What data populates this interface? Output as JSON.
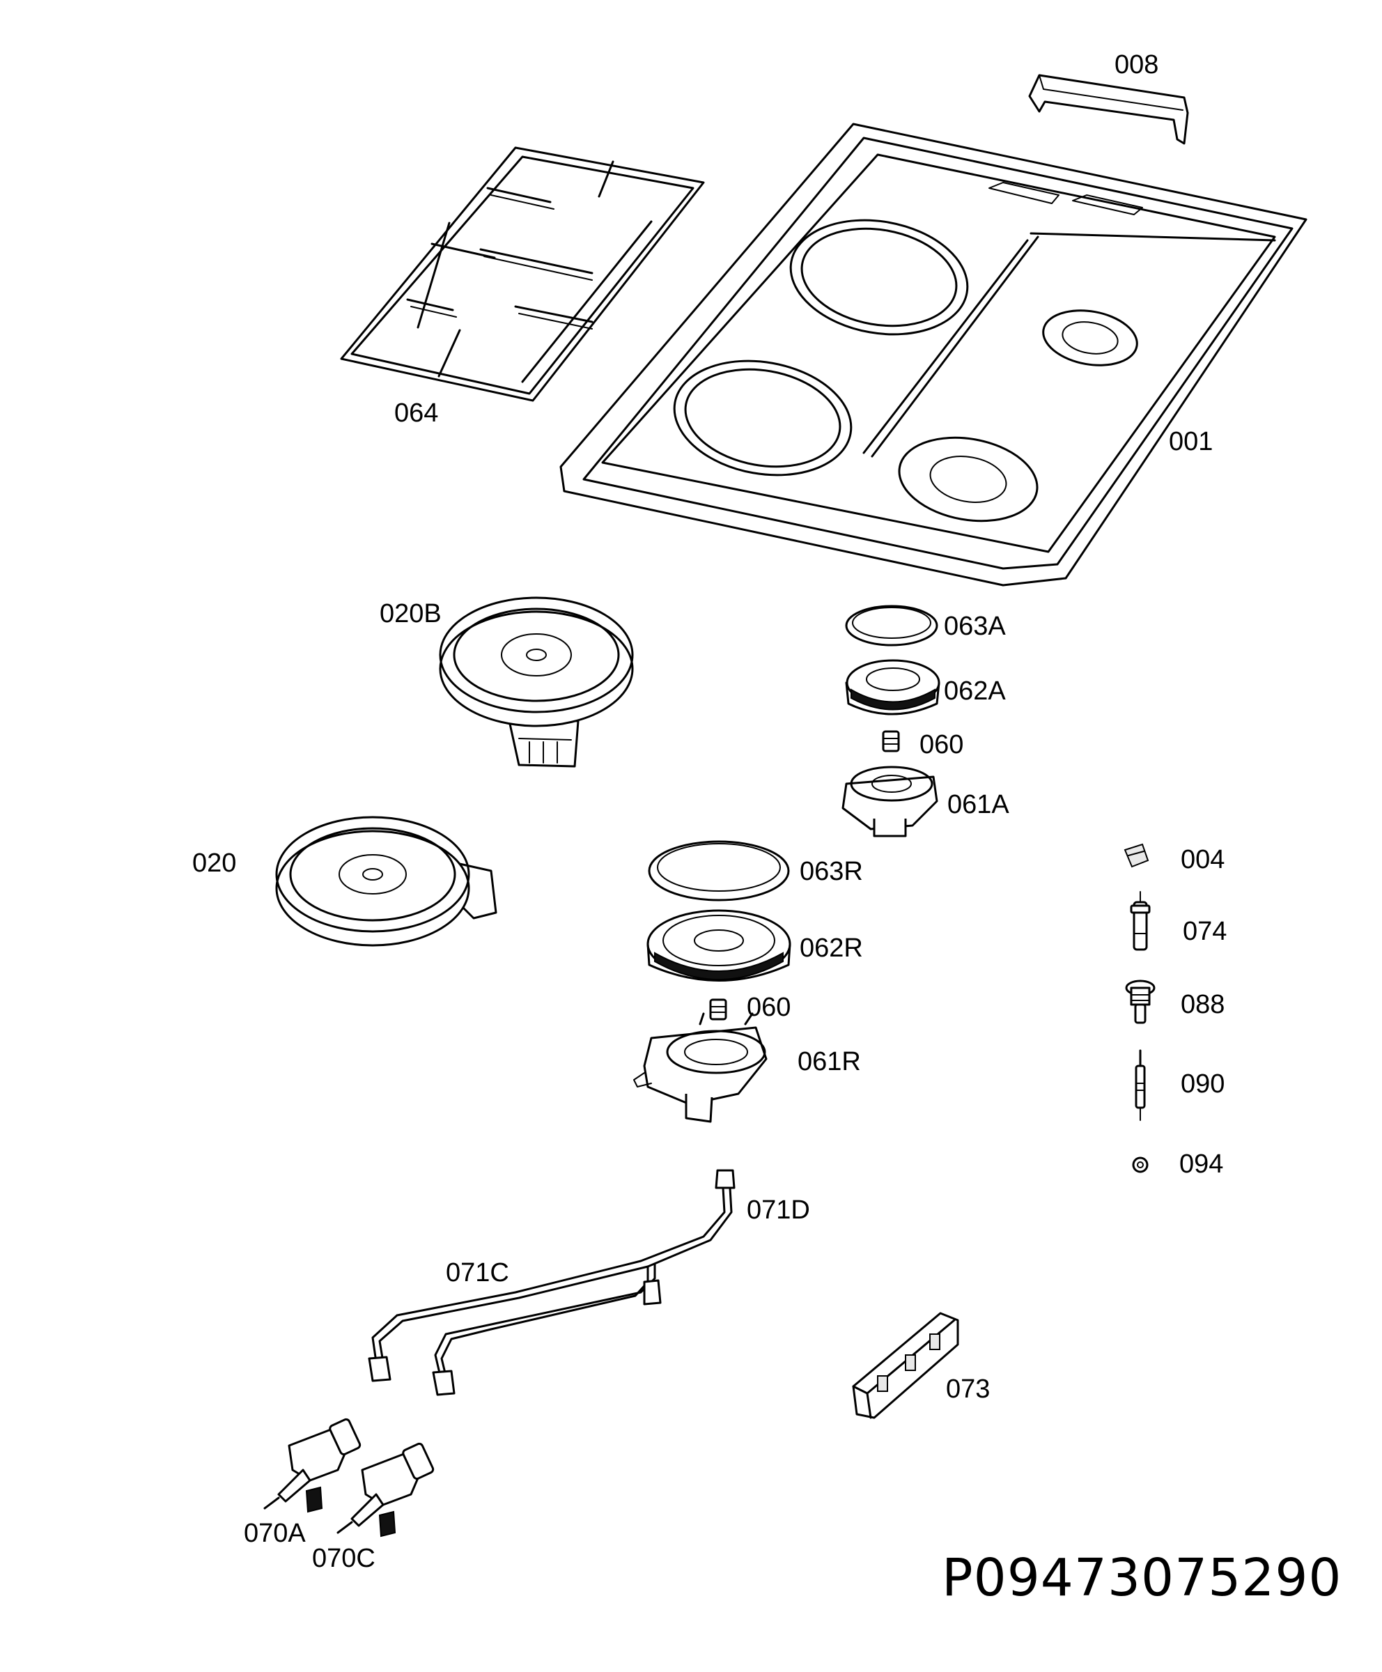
{
  "document_number": "P09473075290",
  "parts": [
    {
      "key": "p008",
      "label": "008"
    },
    {
      "key": "p064",
      "label": "064"
    },
    {
      "key": "p001",
      "label": "001"
    },
    {
      "key": "p020B",
      "label": "020B"
    },
    {
      "key": "p063A",
      "label": "063A"
    },
    {
      "key": "p062A",
      "label": "062A"
    },
    {
      "key": "p060a",
      "label": "060"
    },
    {
      "key": "p061A",
      "label": "061A"
    },
    {
      "key": "p020",
      "label": "020"
    },
    {
      "key": "p063R",
      "label": "063R"
    },
    {
      "key": "p062R",
      "label": "062R"
    },
    {
      "key": "p060b",
      "label": "060"
    },
    {
      "key": "p061R",
      "label": "061R"
    },
    {
      "key": "p004",
      "label": "004"
    },
    {
      "key": "p074",
      "label": "074"
    },
    {
      "key": "p088",
      "label": "088"
    },
    {
      "key": "p090",
      "label": "090"
    },
    {
      "key": "p094",
      "label": "094"
    },
    {
      "key": "p071D",
      "label": "071D"
    },
    {
      "key": "p071C",
      "label": "071C"
    },
    {
      "key": "p073",
      "label": "073"
    },
    {
      "key": "p070A",
      "label": "070A"
    },
    {
      "key": "p070C",
      "label": "070C"
    }
  ]
}
